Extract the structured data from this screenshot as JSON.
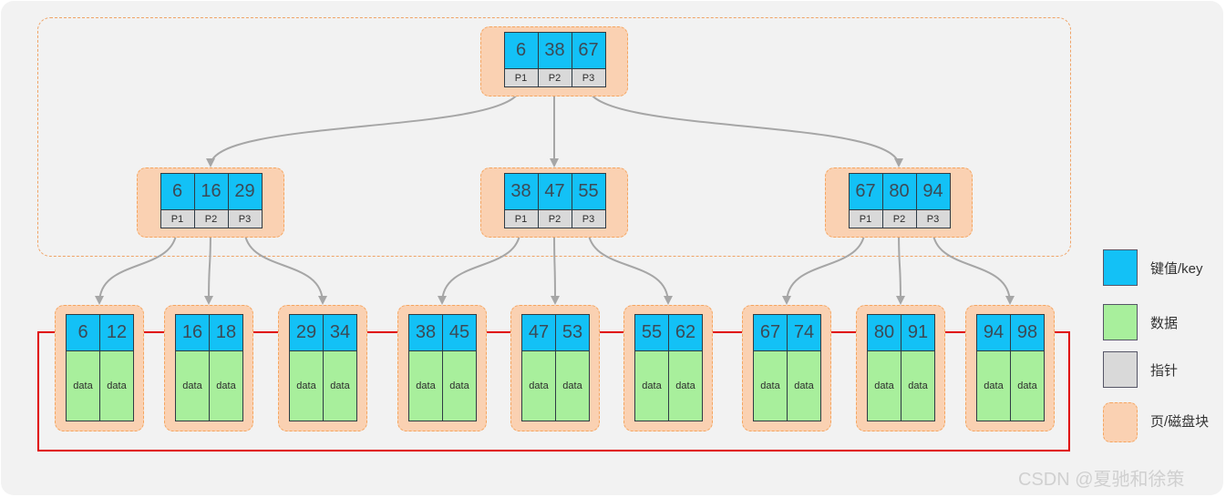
{
  "root": {
    "keys": [
      "6",
      "38",
      "67"
    ],
    "pointers": [
      "P1",
      "P2",
      "P3"
    ]
  },
  "internal": [
    {
      "keys": [
        "6",
        "16",
        "29"
      ],
      "pointers": [
        "P1",
        "P2",
        "P3"
      ]
    },
    {
      "keys": [
        "38",
        "47",
        "55"
      ],
      "pointers": [
        "P1",
        "P2",
        "P3"
      ]
    },
    {
      "keys": [
        "67",
        "80",
        "94"
      ],
      "pointers": [
        "P1",
        "P2",
        "P3"
      ]
    }
  ],
  "leaves": [
    {
      "keys": [
        "6",
        "12"
      ],
      "data": [
        "data",
        "data"
      ]
    },
    {
      "keys": [
        "16",
        "18"
      ],
      "data": [
        "data",
        "data"
      ]
    },
    {
      "keys": [
        "29",
        "34"
      ],
      "data": [
        "data",
        "data"
      ]
    },
    {
      "keys": [
        "38",
        "45"
      ],
      "data": [
        "data",
        "data"
      ]
    },
    {
      "keys": [
        "47",
        "53"
      ],
      "data": [
        "data",
        "data"
      ]
    },
    {
      "keys": [
        "55",
        "62"
      ],
      "data": [
        "data",
        "data"
      ]
    },
    {
      "keys": [
        "67",
        "74"
      ],
      "data": [
        "data",
        "data"
      ]
    },
    {
      "keys": [
        "80",
        "91"
      ],
      "data": [
        "data",
        "data"
      ]
    },
    {
      "keys": [
        "94",
        "98"
      ],
      "data": [
        "data",
        "data"
      ]
    }
  ],
  "legend": [
    {
      "label": "键值/key",
      "color": "#13c1f6"
    },
    {
      "label": "数据",
      "color": "#a8ef9c"
    },
    {
      "label": "指针",
      "color": "#d9d9d9"
    },
    {
      "label": "页/磁盘块",
      "color": "#fad1b2"
    }
  ],
  "colors": {
    "key": "#13c1f6",
    "data": "#a8ef9c",
    "pointer": "#d9d9d9",
    "page": "#fad1b2",
    "tree_arrow": "#a6a6a6",
    "leaf_link": "#e00000"
  },
  "watermark": "CSDN @夏驰和徐策"
}
